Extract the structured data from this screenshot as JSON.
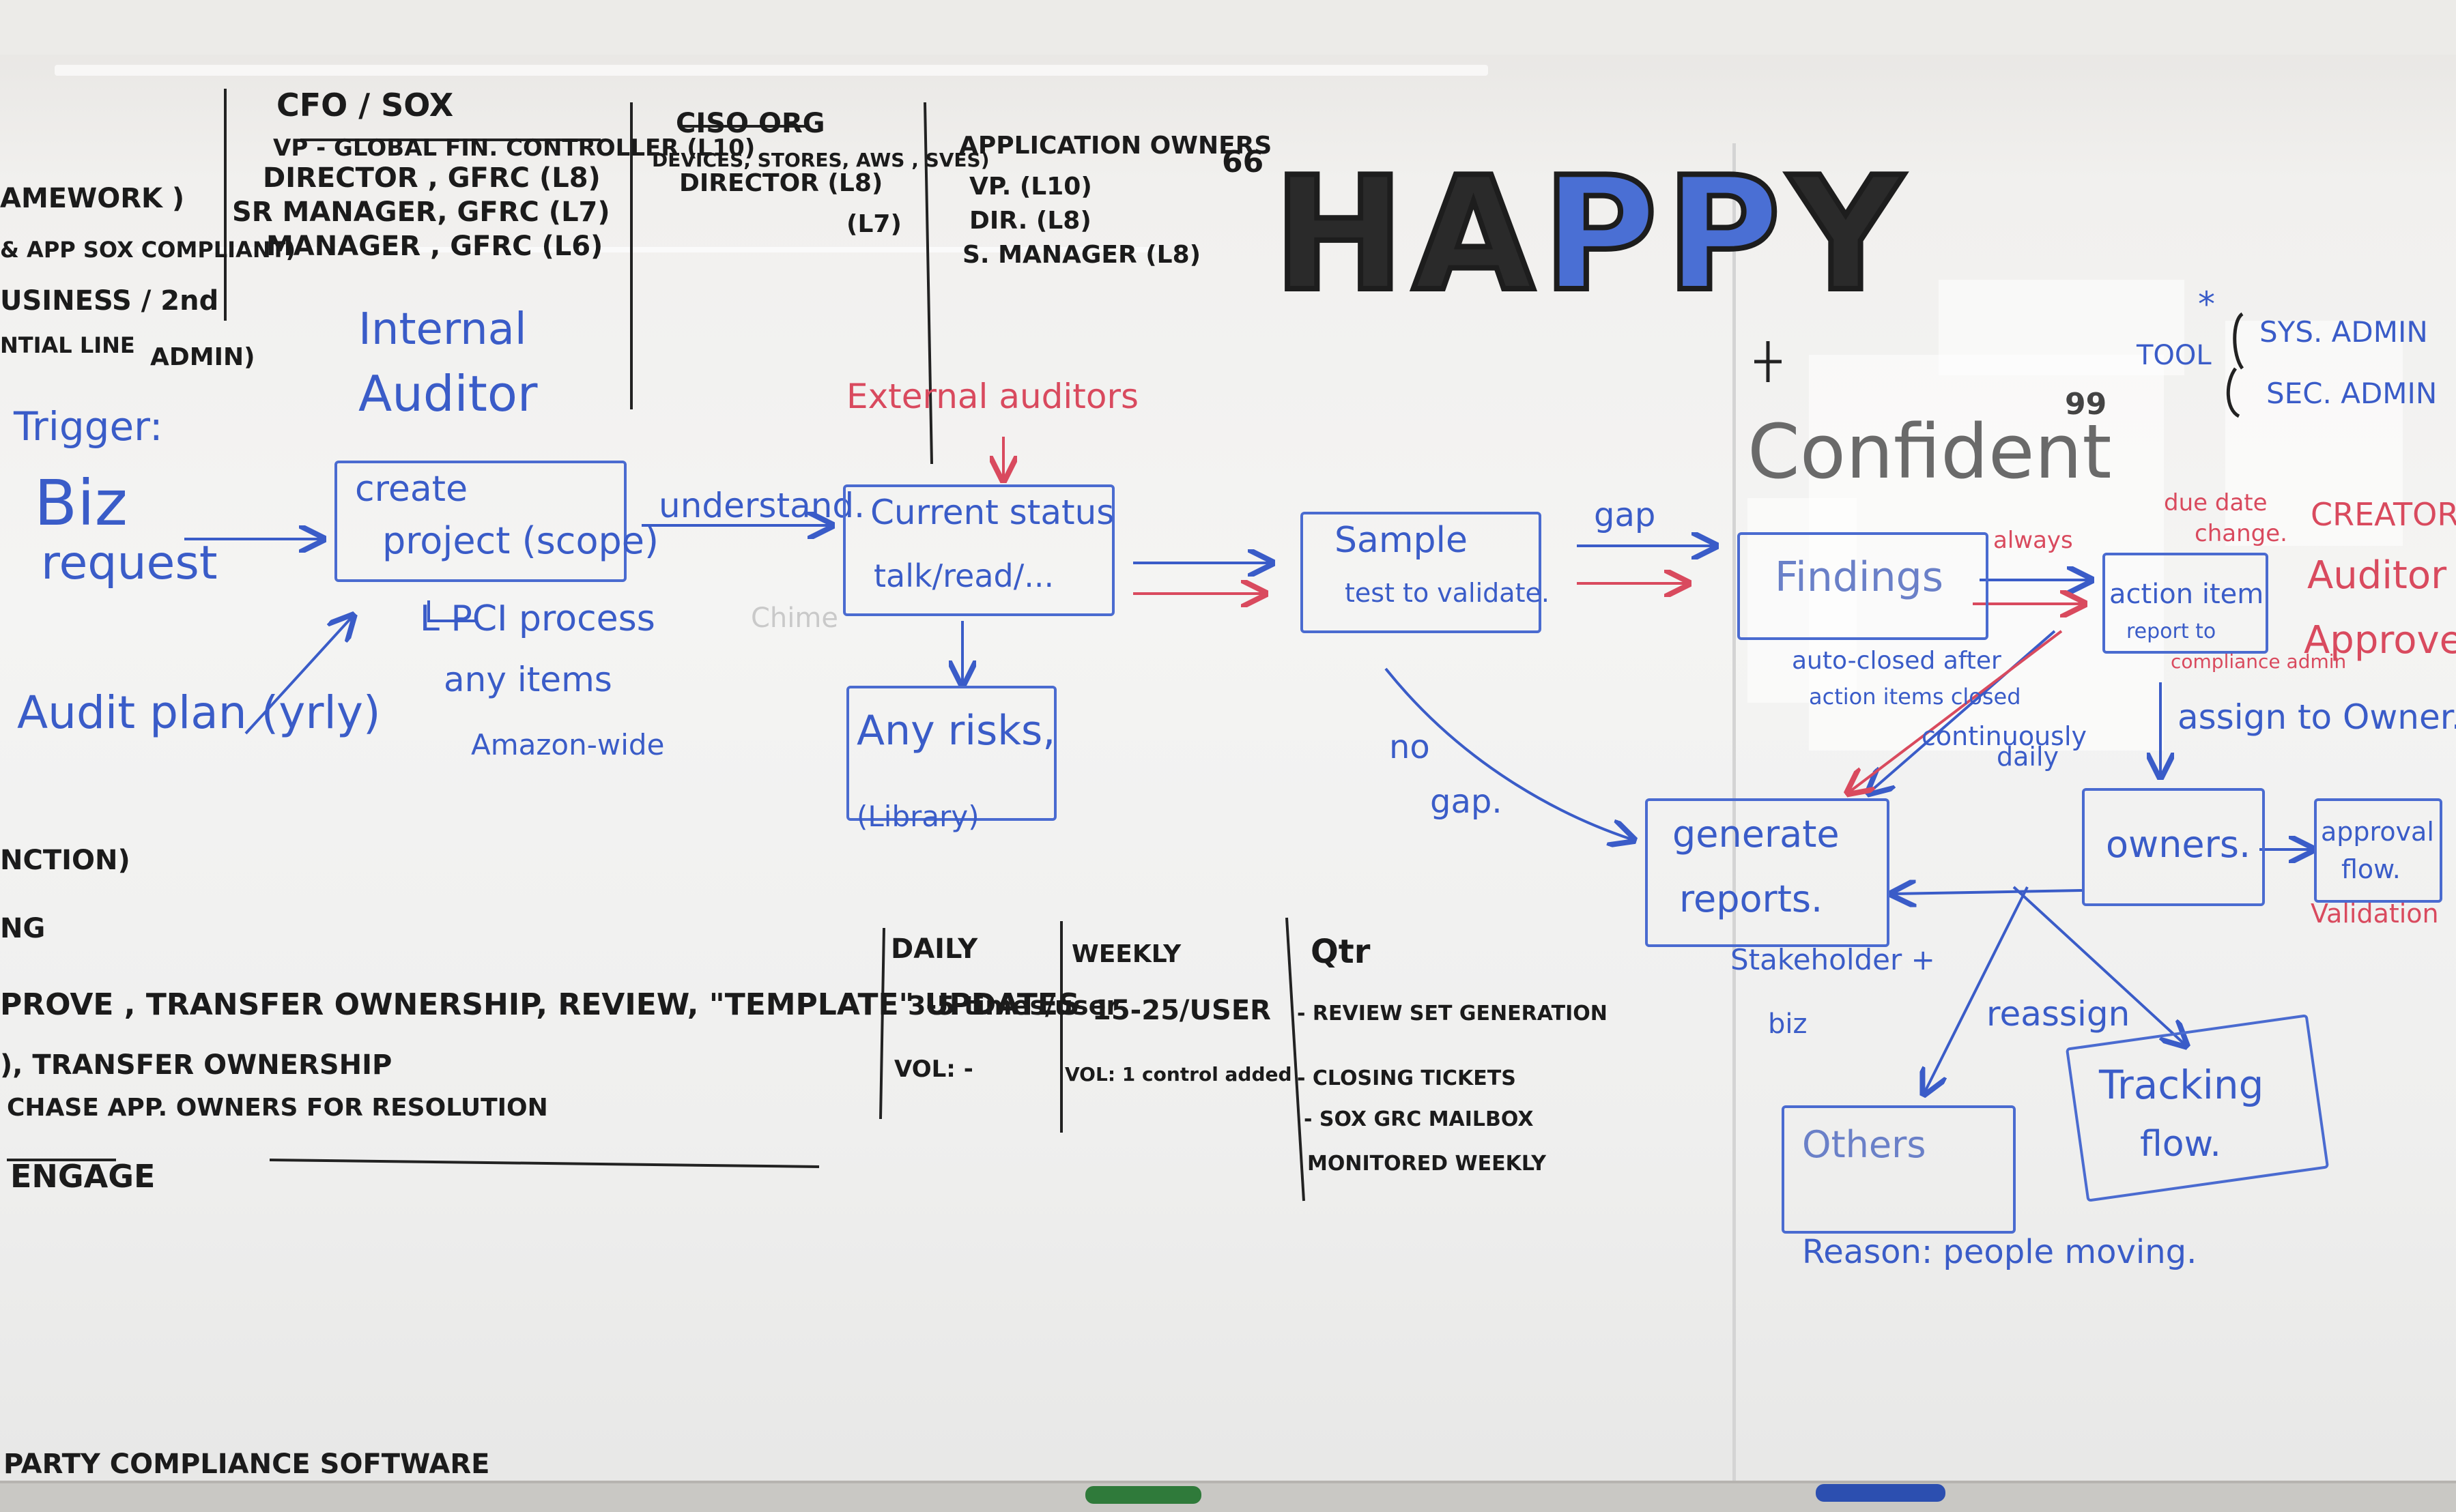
{
  "top": {
    "cfo_title": "CFO / SOX",
    "cfo_lines": [
      "VP - GLOBAL FIN. CONTROLLER (L10)",
      "DIRECTOR , GFRC (L8)",
      "SR MANAGER, GFRC (L7)",
      "MANAGER , GFRC (L6)"
    ],
    "left_cut": [
      "AMEWORK )",
      "& APP SOX COMPLIANT)",
      "USINESS / 2nd",
      "NTIAL LINE",
      "ADMIN)"
    ],
    "ciso_title": "CISO ORG",
    "ciso_lines": [
      "DEVICES, STORES, AWS , SVES)",
      "DIRECTOR (L8)",
      "(L7)"
    ],
    "app_title": "APPLICATION OWNERS",
    "app_lines": [
      "VP. (L10)",
      "DIR. (L8)",
      "S. MANAGER (L8)"
    ]
  },
  "happy": {
    "letters": [
      "H",
      "A",
      "P",
      "P",
      "Y"
    ],
    "colors": [
      "#2a2a2a",
      "#2a2a2a",
      "#4a6fd4",
      "#4a6fd4",
      "#2a2a2a"
    ]
  },
  "quote_open": "66",
  "quote_close": "99",
  "confident": "Confident",
  "tool": {
    "label": "TOOL",
    "star": "*",
    "items": [
      "SYS. ADMIN",
      "SEC. ADMIN"
    ]
  },
  "roles": [
    "CREATOR",
    "Auditor",
    "Approver"
  ],
  "internal_auditor": [
    "Internal",
    "Auditor"
  ],
  "external_auditors": "External auditors",
  "trigger": {
    "label": "Trigger:",
    "request": [
      "Biz",
      "request"
    ]
  },
  "audit_plan": "Audit plan (yrly)",
  "flow": {
    "create": [
      "create",
      "project (scope)"
    ],
    "understand": "understand.",
    "current": [
      "Current status",
      "talk/read/..."
    ],
    "risks": [
      "Any risks,",
      "(Library)"
    ],
    "pci": [
      "L PCI process",
      "any items",
      "Amazon-wide"
    ],
    "sample": [
      "Sample",
      "test to validate."
    ],
    "gap": "gap",
    "no_gap": [
      "no",
      "gap."
    ],
    "findings": "Findings",
    "always": "always",
    "due_date": [
      "due date",
      "change."
    ],
    "action": [
      "action item",
      "report to"
    ],
    "compliance_admin": "compliance admin",
    "auto_closed": [
      "auto-closed after",
      "action items closed"
    ],
    "continuously": [
      "continuously",
      "daily"
    ],
    "assign": "assign to Owner. \"T",
    "generate": [
      "generate",
      "reports."
    ],
    "stakeholder": [
      "Stakeholder +",
      "biz"
    ],
    "owners": "owners.",
    "approval": [
      "approval",
      "flow."
    ],
    "validation": "Validation",
    "reassign": "reassign",
    "others": "Others",
    "tracking": [
      "Tracking",
      "flow."
    ],
    "reason": "Reason: people moving."
  },
  "bottom_left": [
    "NCTION)",
    "NG",
    "PROVE , TRANSFER OWNERSHIP, REVIEW, \"TEMPLATE\" UPDATES",
    "), TRANSFER OWNERSHIP",
    "CHASE APP. OWNERS FOR RESOLUTION",
    "ENGAGE",
    "PARTY COMPLIANCE SOFTWARE"
  ],
  "table": {
    "daily": [
      "DAILY",
      "3-5 times/user",
      "VOL: -"
    ],
    "weekly": [
      "WEEKLY",
      "15-25/USER",
      "VOL: 1 control added"
    ],
    "qtr": [
      "Qtr",
      "- REVIEW SET GENERATION",
      "- CLOSING TICKETS",
      "- SOX GRC MAILBOX",
      "MONITORED WEEKLY"
    ]
  },
  "chime": "Chime"
}
